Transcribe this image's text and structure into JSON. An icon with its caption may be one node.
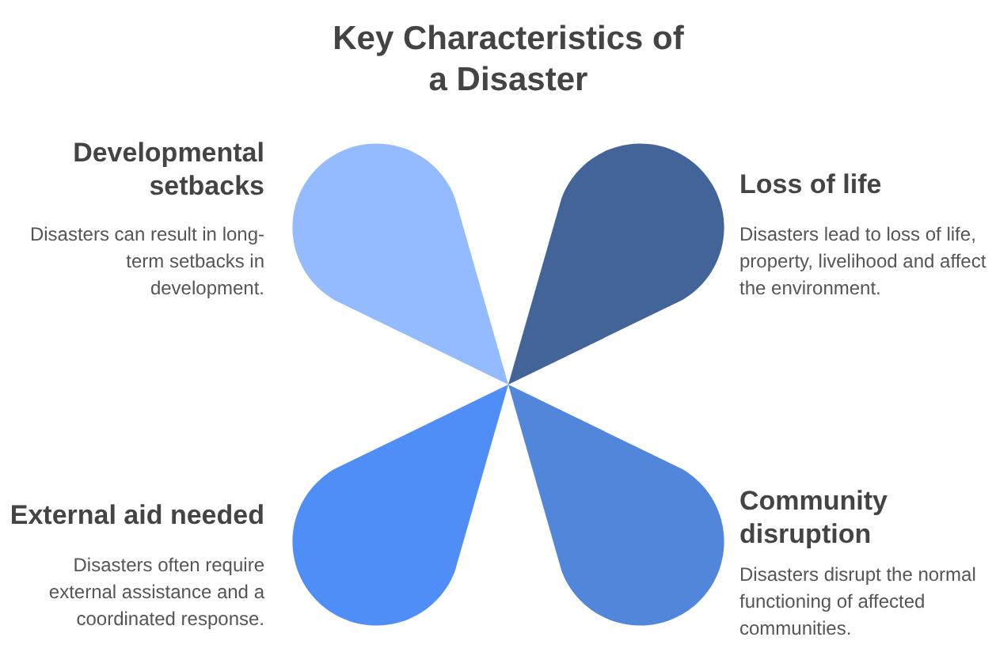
{
  "diagram": {
    "title": "Key Characteristics of a Disaster",
    "labels": [
      "Developmental setbacks",
      "Disasters can result in long-term setbacks in development.",
      "Loss of life",
      "Disasters lead to loss of life, property, livelihood and affect the environment.",
      "External aid needed",
      "Disasters often require external assistance and a coordinated response.",
      "Community disruption",
      "Disasters disrupt the normal functioning of affected communities."
    ]
  }
}
